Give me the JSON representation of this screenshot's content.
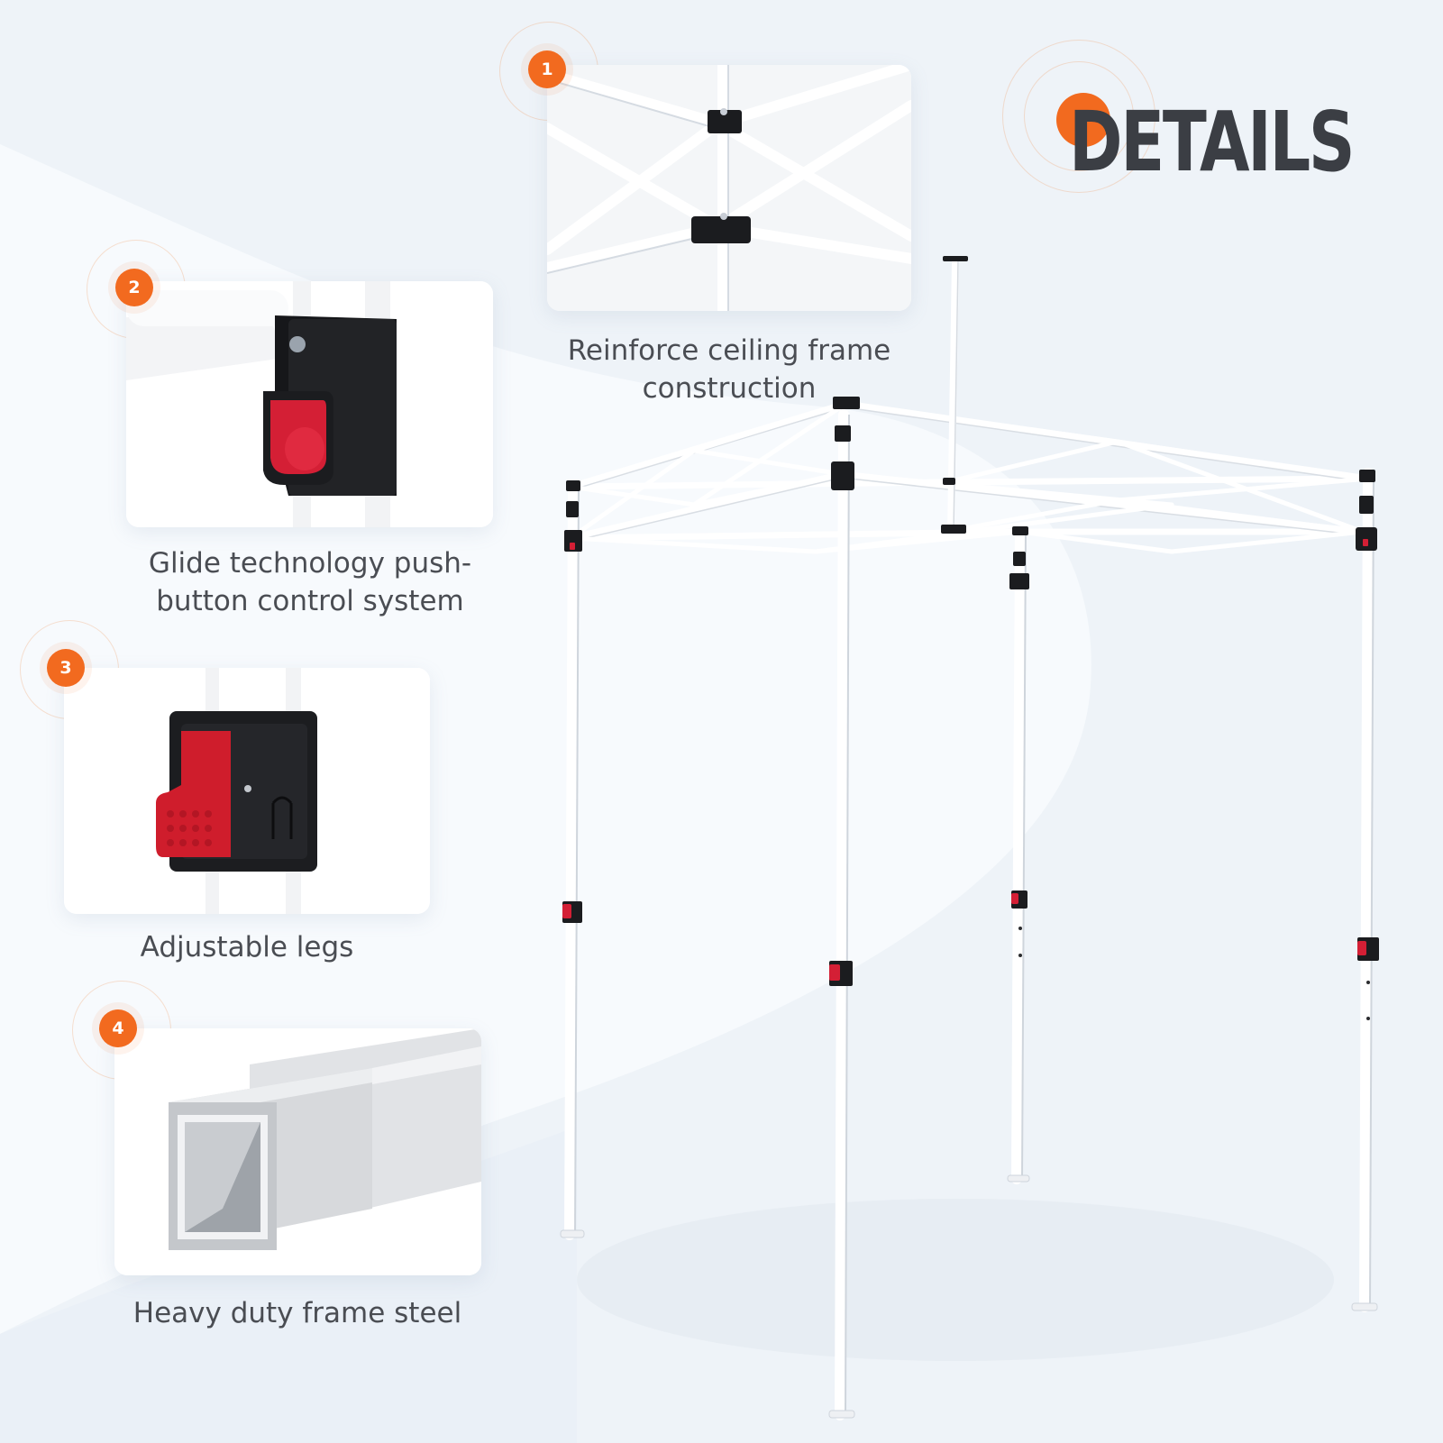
{
  "title": "DETAILS",
  "accent_color": "#f26a1f",
  "features": [
    {
      "number": "1",
      "caption_line1": "Reinforce ceiling frame",
      "caption_line2": "construction",
      "image_icon": "ceiling-frame-icon"
    },
    {
      "number": "2",
      "caption_line1": "Glide technology push-",
      "caption_line2": "button control system",
      "image_icon": "push-button-icon"
    },
    {
      "number": "3",
      "caption_line1": "Adjustable legs",
      "caption_line2": "",
      "image_icon": "leg-clamp-icon"
    },
    {
      "number": "4",
      "caption_line1": "Heavy duty frame steel",
      "caption_line2": "",
      "image_icon": "steel-tube-icon"
    }
  ]
}
